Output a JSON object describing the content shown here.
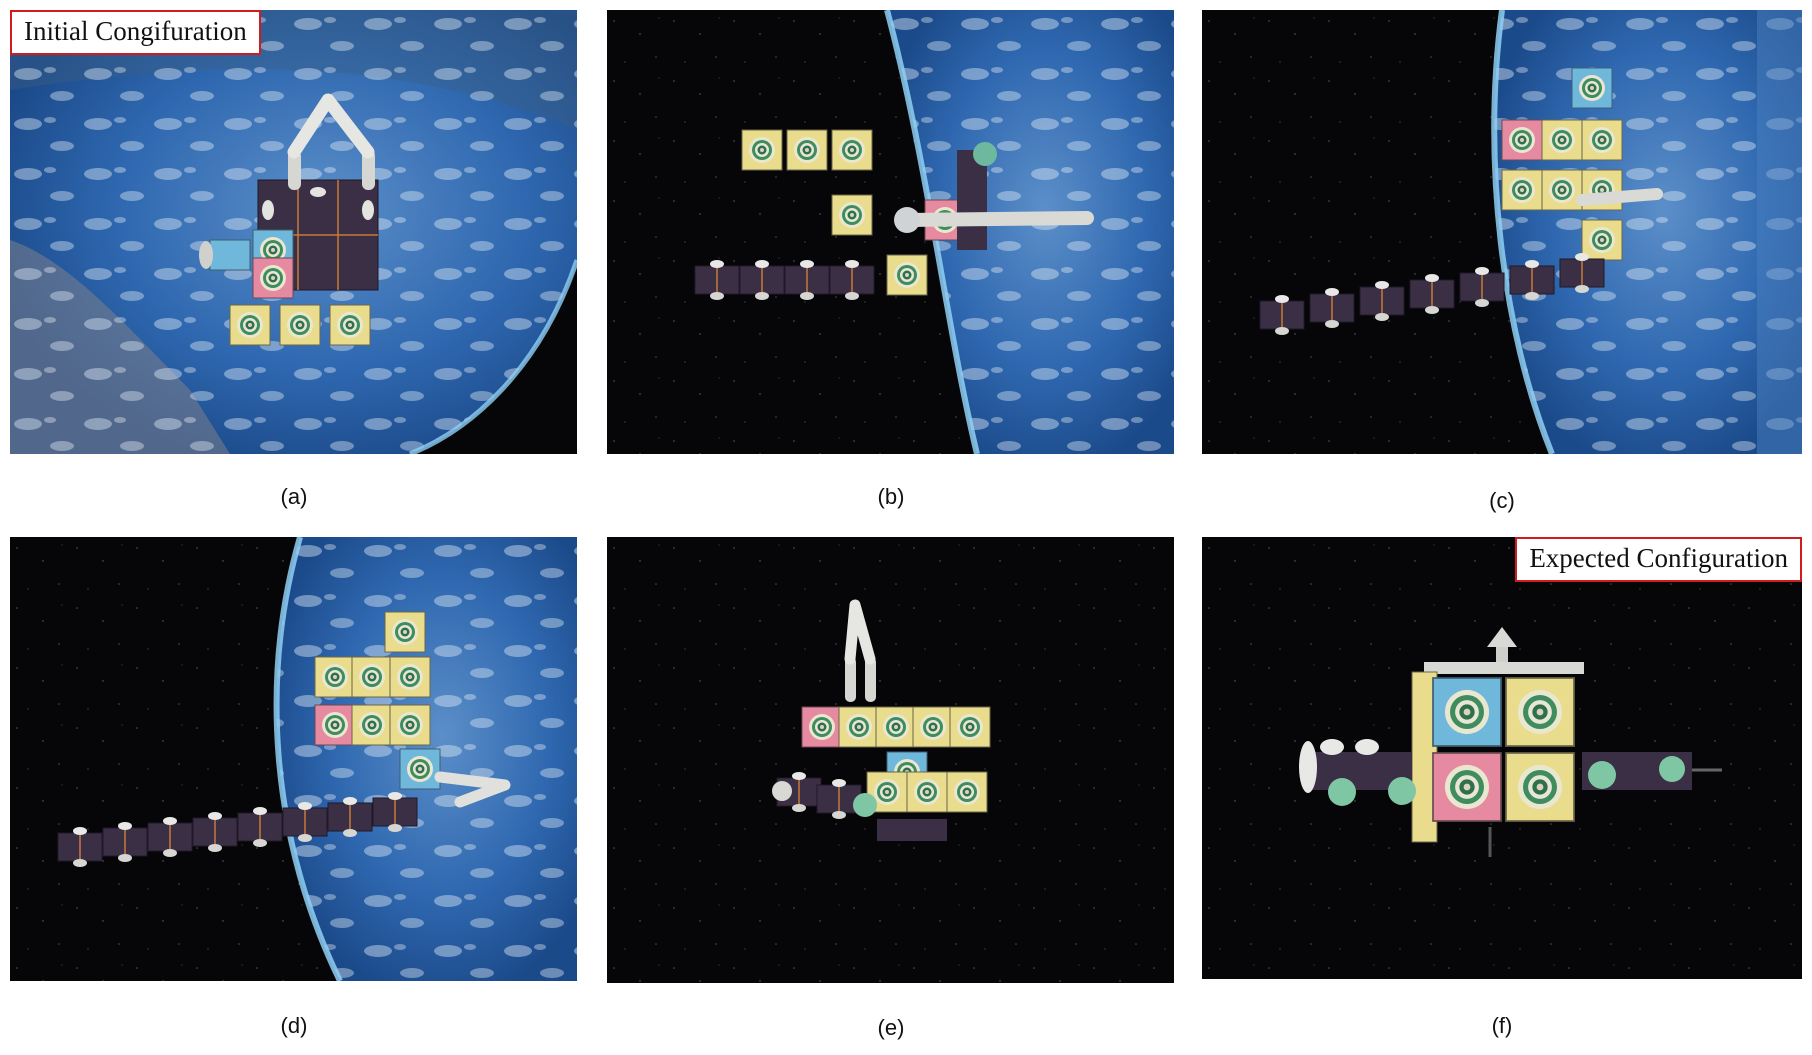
{
  "panels": [
    {
      "caption": "(a)",
      "label": "Initial Congifuration"
    },
    {
      "caption": "(b)"
    },
    {
      "caption": "(c)"
    },
    {
      "caption": "(d)"
    },
    {
      "caption": "(e)"
    },
    {
      "caption": "(f)",
      "label": "Expected Configuration"
    }
  ],
  "colors": {
    "label_border": "#d01c1c",
    "space": "#060608",
    "earth": "#2e6fb8",
    "module_yellow": "#e9dc8c",
    "module_pink": "#e58aa0",
    "module_blue": "#6fb8dc",
    "module_dark": "#3a2f45"
  }
}
